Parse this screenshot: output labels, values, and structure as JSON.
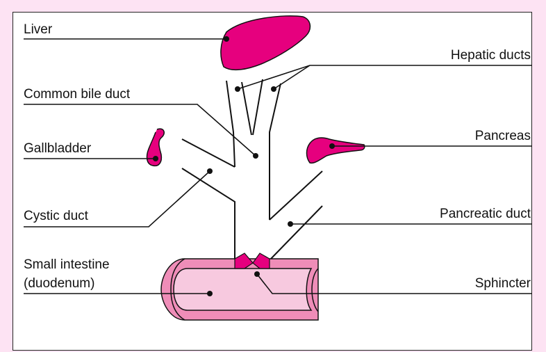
{
  "colors": {
    "background": "#fde3f3",
    "organ": "#e6007e",
    "intestine_light": "#f7c9df",
    "intestine_mid": "#ef8db8",
    "line": "#111111"
  },
  "labels": {
    "liver": "Liver",
    "hepatic_ducts": "Hepatic ducts",
    "common_bile_duct": "Common bile duct",
    "gallbladder": "Gallbladder",
    "pancreas": "Pancreas",
    "cystic_duct": "Cystic duct",
    "pancreatic_duct": "Pancreatic duct",
    "small_intestine_line1": "Small intestine",
    "small_intestine_line2": "(duodenum)",
    "sphincter": "Sphincter"
  }
}
